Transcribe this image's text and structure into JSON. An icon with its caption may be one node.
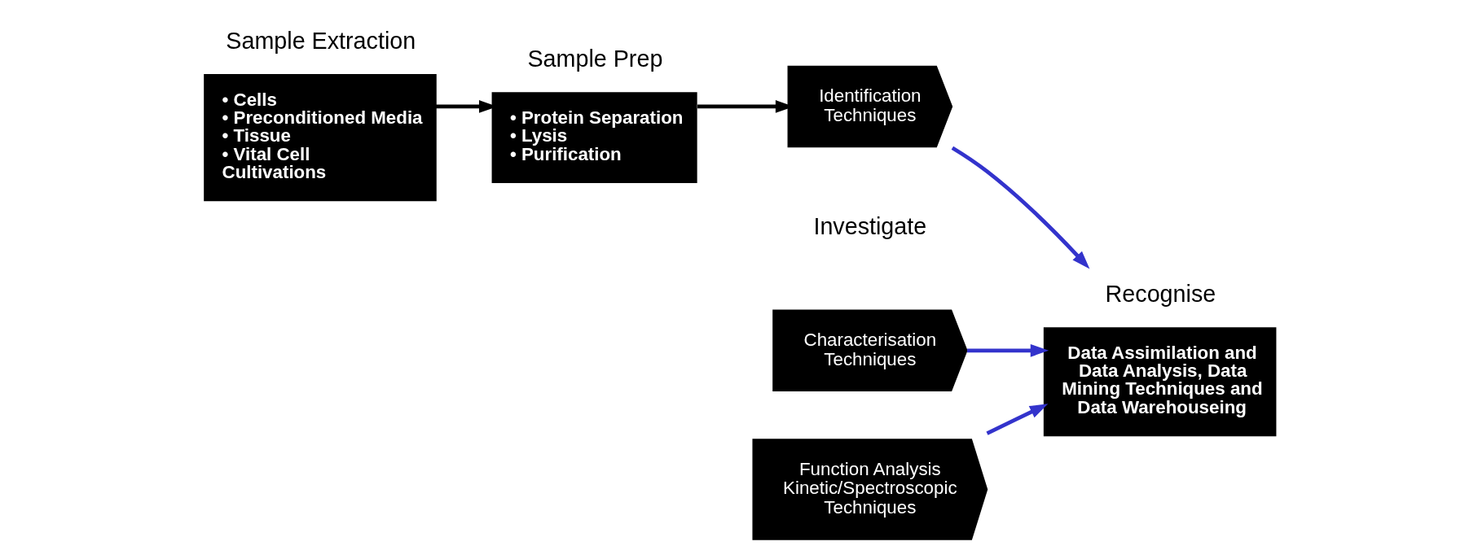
{
  "diagram": {
    "nodes": [
      {
        "text": [
          "Sample Extraction",
          "• Cells",
          "• Preconditioned Media",
          "• Tissue",
          "• Vital Cell Cultivations"
        ]
      },
      {
        "text": [
          "Sample Prep",
          "• Protein Separation",
          "• Lysis",
          "• Purification"
        ]
      },
      {
        "text": [
          "Characterisation Techniques"
        ]
      },
      {
        "text": [
          "Identification Techniques"
        ]
      },
      {
        "text": [
          "Function Analysis Kinetic/Spectroscopic Techniques"
        ]
      },
      {
        "text": [
          "Recognise",
          "Data Assimilation and Data Analysis, Data Mining Techniques and Data Warehouseing"
        ]
      }
    ],
    "edges": [
      {
        "from": 0,
        "to": 1,
        "arrow": "to",
        "color": "#000000"
      },
      {
        "from": 1,
        "to": 3,
        "arrow": "to",
        "color": "#000000"
      },
      {
        "from": 2,
        "to": 5,
        "arrow": "to"
      },
      {
        "from": 3,
        "to": 5,
        "arrow": "to"
      },
      {
        "from": 4,
        "to": 5,
        "arrow": "to"
      }
    ],
    "labels": [
      "Investigate"
    ]
  }
}
